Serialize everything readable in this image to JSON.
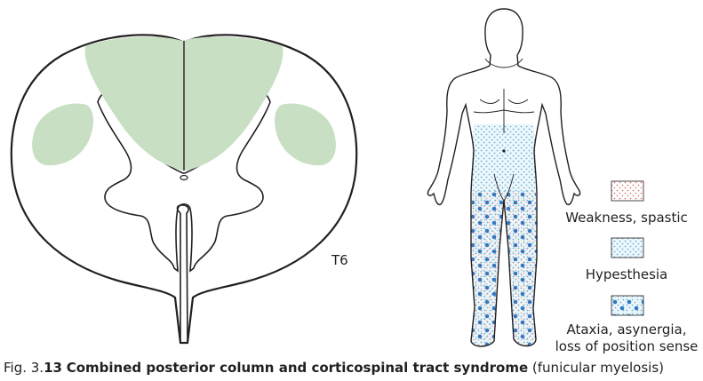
{
  "diagram": {
    "level_label": "T6",
    "legend": [
      {
        "label_lines": [
          "Weakness, spastic"
        ],
        "swatch": "red-dots"
      },
      {
        "label_lines": [
          "Hypesthesia"
        ],
        "swatch": "blue-fine-dots"
      },
      {
        "label_lines": [
          "Ataxia, asynergia,",
          "loss of position sense"
        ],
        "swatch": "blue-large-dots"
      }
    ]
  },
  "caption": {
    "prefix": "Fig. 3.",
    "number_bold": "13",
    "title_bold": "Combined posterior column and corticospinal tract syndrome",
    "suffix": "(funicular myelosis)"
  },
  "colors": {
    "lesion_fill": "#c8dfc3",
    "outline": "#231f20",
    "red_dot": "#e0625a",
    "blue_fine_dot": "#63b6d6",
    "blue_large_dot": "#2f78c4",
    "swatch_background": "#eef7fb"
  }
}
